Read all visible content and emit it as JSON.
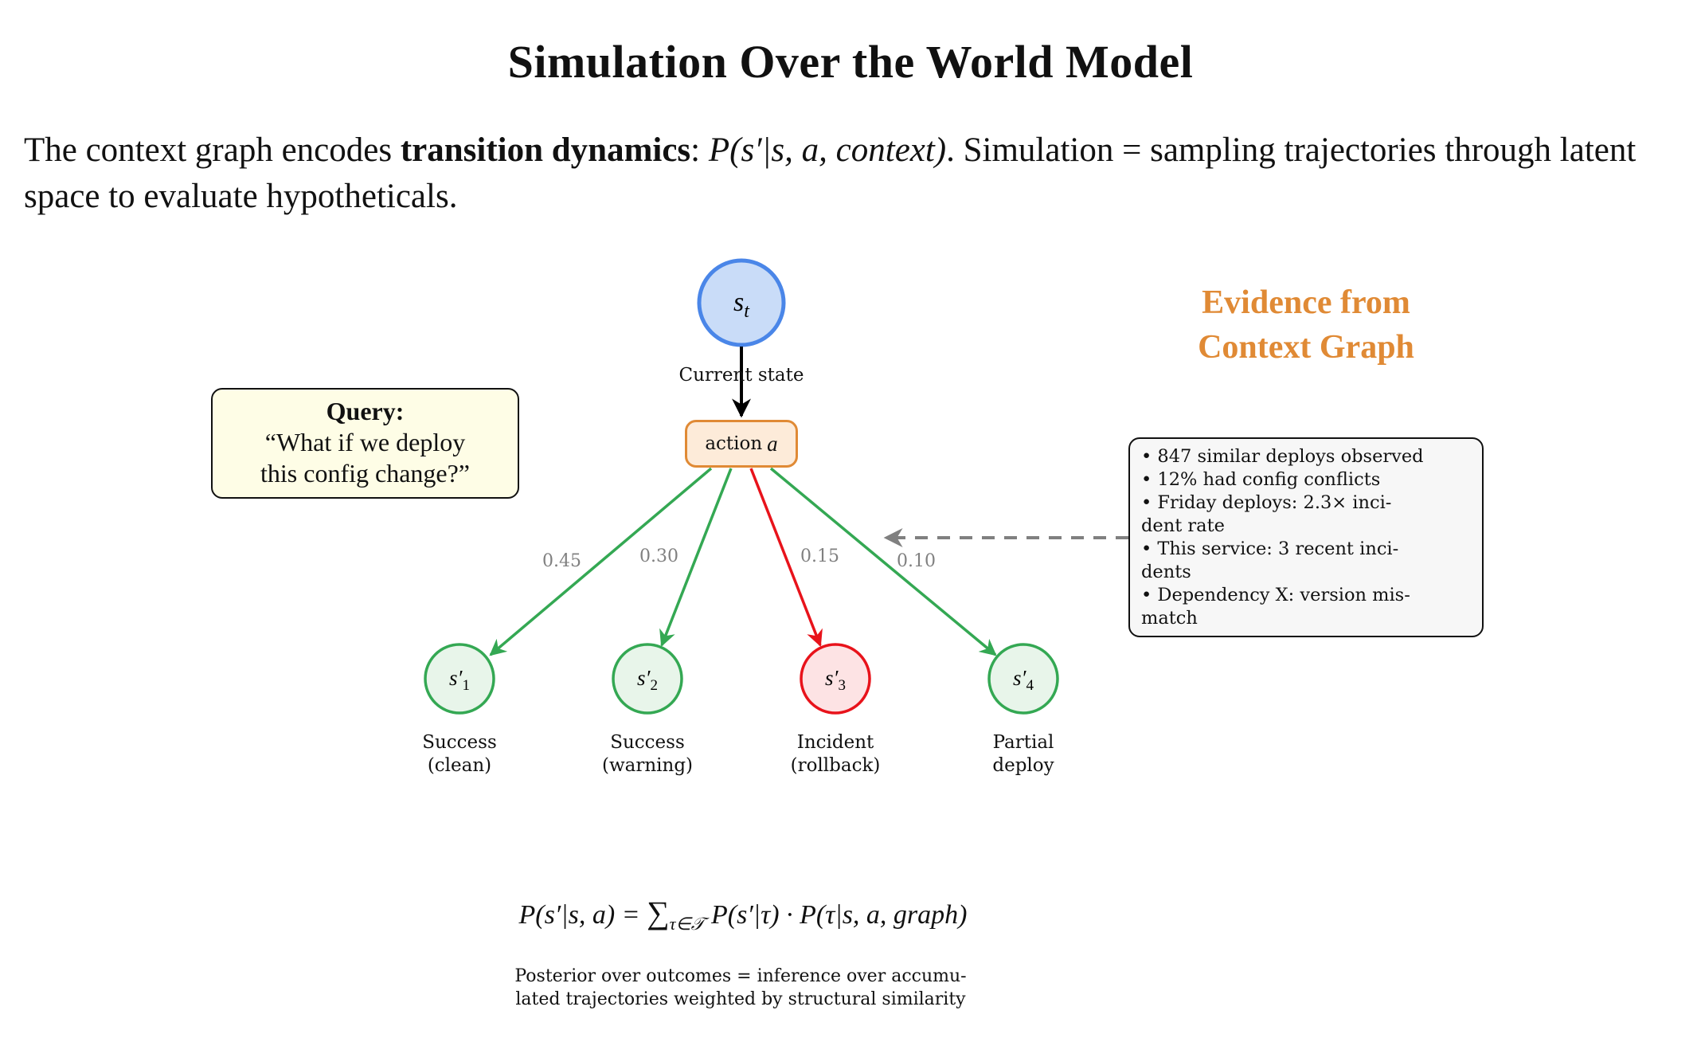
{
  "title": "Simulation Over the World Model",
  "intro": {
    "prefix": "The context graph encodes ",
    "bold": "transition dynamics",
    "colon": ": ",
    "math": "P(s′|s, a, context)",
    "suffix": ". Simulation = sampling trajectories through latent space to evaluate hypotheticals."
  },
  "current_node": {
    "symbol": "s",
    "subscript": "t",
    "caption": "Current state"
  },
  "action": {
    "label": "action",
    "symbol": "a"
  },
  "query": {
    "title": "Query:",
    "text_line1": "“What if we deploy",
    "text_line2": "this config change?”"
  },
  "evidence": {
    "title_line1": "Evidence from",
    "title_line2": "Context Graph",
    "items": [
      "• 847 similar deploys observed",
      "• 12% had config conflicts",
      "• Friday deploys: 2.3× inci-",
      "dent rate",
      "• This service: 3 recent inci-",
      "dents",
      "• Dependency X: version mis-",
      "match"
    ]
  },
  "outcomes": [
    {
      "symbol": "s′",
      "subscript": "1",
      "probability": "0.45",
      "label_line1": "Success",
      "label_line2": "(clean)",
      "status": "success"
    },
    {
      "symbol": "s′",
      "subscript": "2",
      "probability": "0.30",
      "label_line1": "Success",
      "label_line2": "(warning)",
      "status": "success"
    },
    {
      "symbol": "s′",
      "subscript": "3",
      "probability": "0.15",
      "label_line1": "Incident",
      "label_line2": "(rollback)",
      "status": "incident"
    },
    {
      "symbol": "s′",
      "subscript": "4",
      "probability": "0.10",
      "label_line1": "Partial",
      "label_line2": "deploy",
      "status": "success"
    }
  ],
  "formula": {
    "lhs": "P(s′|s, a) = ",
    "sum": "∑",
    "sum_sub": "τ∈𝒯",
    "rhs": " P(s′|τ) · P(τ|s, a, graph)"
  },
  "caption": {
    "line1": "Posterior over outcomes = inference over accumu-",
    "line2": "lated trajectories weighted by structural similarity"
  },
  "colors": {
    "current_stroke": "#4a86e8",
    "current_fill": "#c9dcf8",
    "action_stroke": "#e08a35",
    "action_fill": "#fdebd9",
    "success_stroke": "#34a853",
    "success_fill": "#e8f5ea",
    "incident_stroke": "#e8131b",
    "incident_fill": "#fde3e4",
    "evidence_accent": "#e08a35",
    "evidence_arrow": "#808080"
  }
}
